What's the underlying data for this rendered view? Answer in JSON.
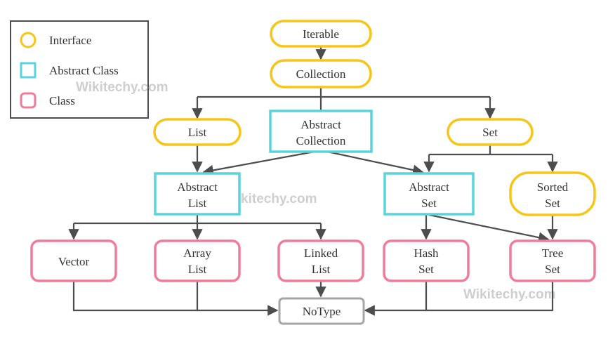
{
  "legend": {
    "interface_label": "Interface",
    "abstract_label": "Abstract Class",
    "class_label": "Class"
  },
  "colors": {
    "interface": "#f5c518",
    "abstract": "#5bd3dc",
    "class": "#ee7c9a",
    "notype": "#a6a6a6",
    "arrow": "#4d4d4d"
  },
  "watermarks": [
    "Wikitechy.com",
    "Wikitechy.com",
    "Wikitechy.com"
  ],
  "nodes": {
    "iterable": [
      "Iterable"
    ],
    "collection": [
      "Collection"
    ],
    "list": [
      "List"
    ],
    "abstract_collection": [
      "Abstract",
      "Collection"
    ],
    "set": [
      "Set"
    ],
    "abstract_list": [
      "Abstract",
      "List"
    ],
    "abstract_set": [
      "Abstract",
      "Set"
    ],
    "sorted_set": [
      "Sorted",
      "Set"
    ],
    "vector": [
      "Vector"
    ],
    "array_list": [
      "Array",
      "List"
    ],
    "linked_list": [
      "Linked",
      "List"
    ],
    "hash_set": [
      "Hash",
      "Set"
    ],
    "tree_set": [
      "Tree",
      "Set"
    ],
    "notype": [
      "NoType"
    ]
  }
}
